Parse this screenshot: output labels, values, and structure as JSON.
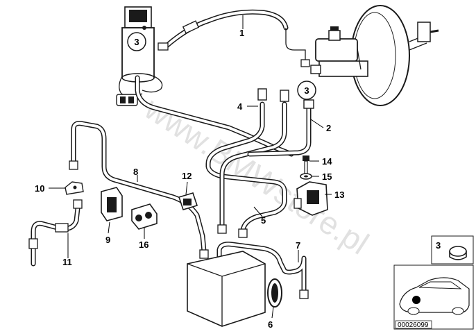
{
  "watermark": "www.BMWstore.pl",
  "callouts": {
    "c1": "1",
    "c2": "2",
    "c3a": "3",
    "c3b": "3",
    "c4": "4",
    "c5": "5",
    "c6": "6",
    "c7": "7",
    "c8": "8",
    "c9": "9",
    "c10": "10",
    "c11": "11",
    "c12": "12",
    "c13": "13",
    "c14": "14",
    "c15": "15",
    "c16": "16"
  },
  "inset": {
    "label": "3",
    "code": "00026099"
  }
}
